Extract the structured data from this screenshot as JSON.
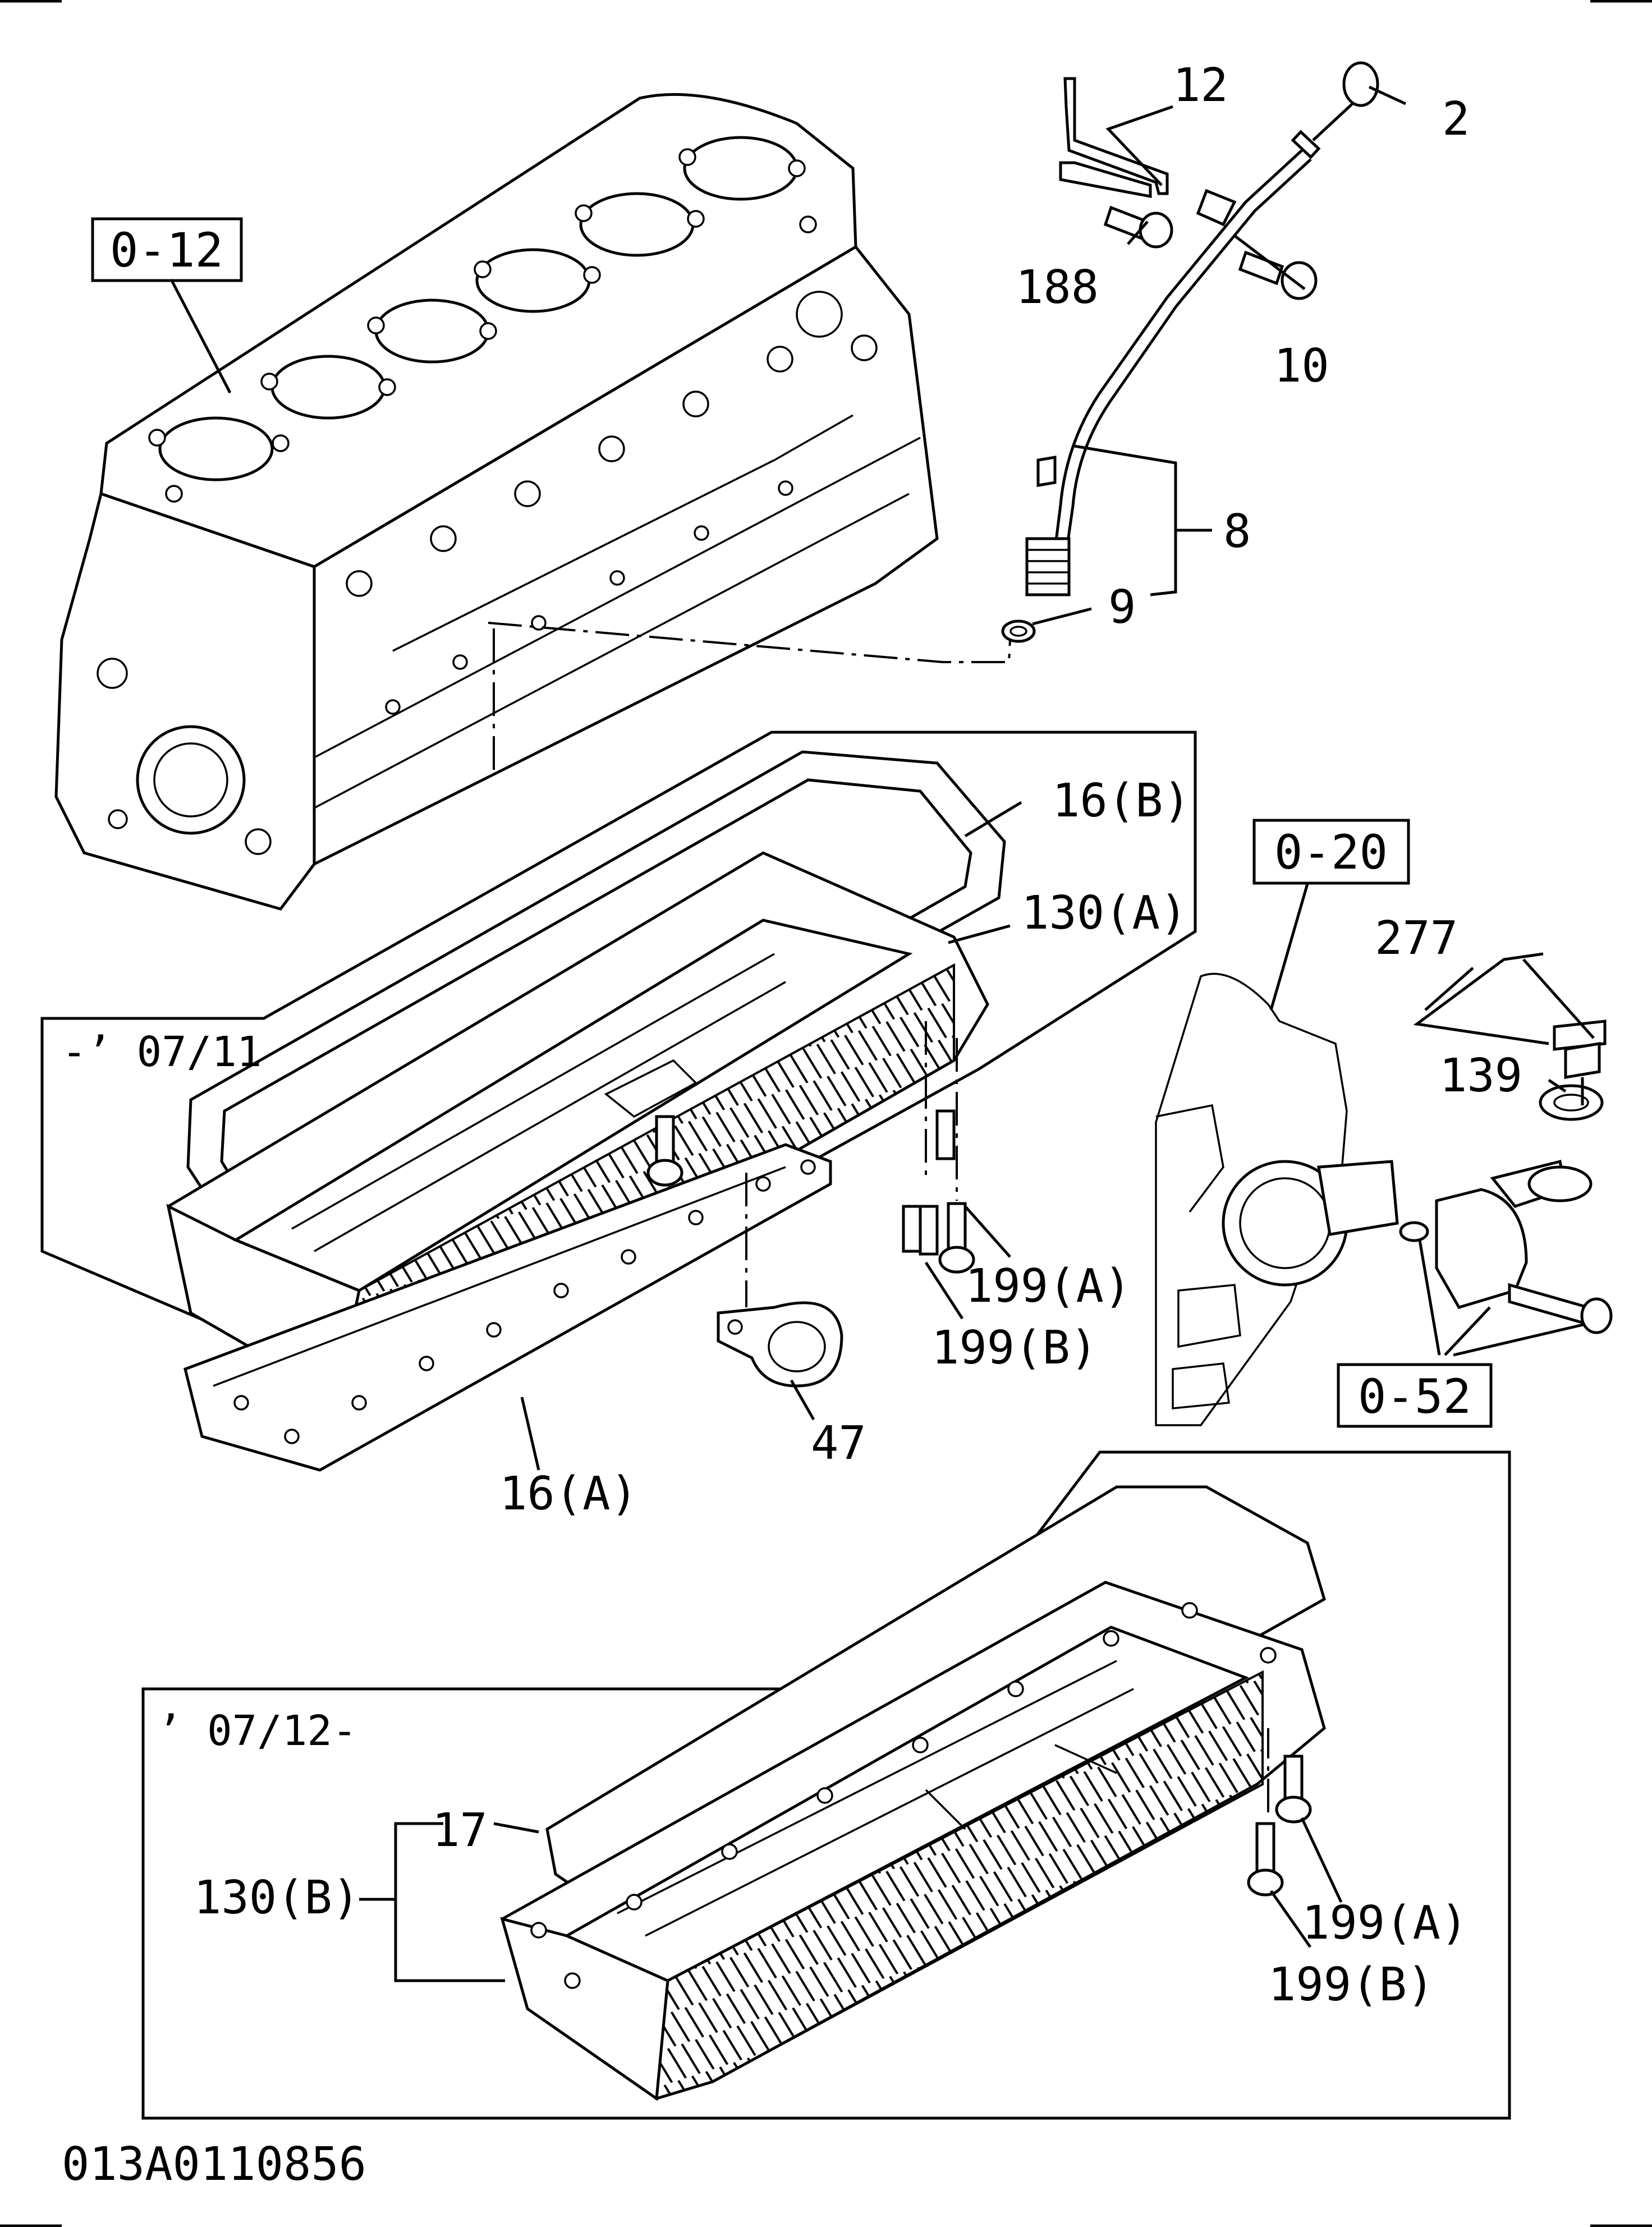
{
  "diagram": {
    "reference_boxes": [
      "0-12",
      "0-20",
      "0-52"
    ],
    "callouts": {
      "oil_level_gauge": "2",
      "bracket": "12",
      "bracket_bolt": "188",
      "guide_bolt": "10",
      "guide_tube": "8",
      "o_ring": "9",
      "gasket_upper": "16(B)",
      "oil_pan_a": "130(A)",
      "gasket_lower": "16(A)",
      "bolt_199a_upper": "199(A)",
      "bolt_199b_upper": "199(B)",
      "strainer_gasket": "47",
      "filler_assembly": "277",
      "filler_cap": "139",
      "liquid_gasket": "17",
      "oil_pan_b": "130(B)",
      "bolt_199a_lower": "199(A)",
      "bolt_199b_lower": "199(B)"
    },
    "period_upper": "-’ 07/11",
    "period_lower": "’ 07/12-",
    "drawing_code": "013A0110856"
  }
}
